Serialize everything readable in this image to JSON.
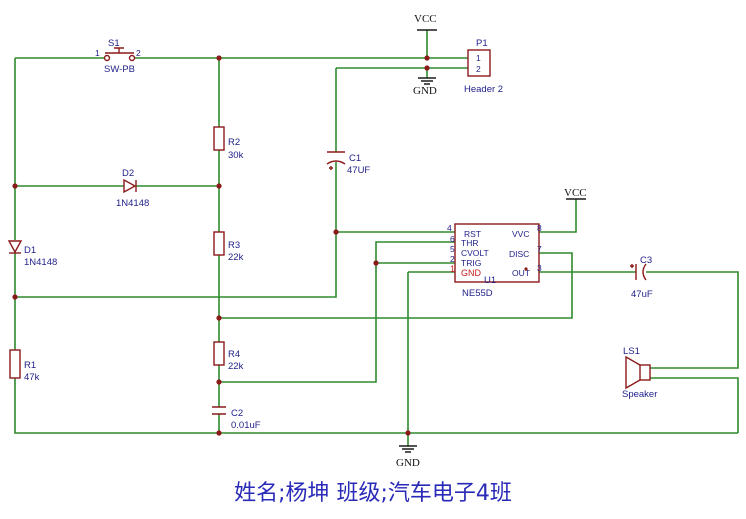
{
  "power": {
    "vcc_top": "VCC",
    "vcc_right": "VCC",
    "gnd_top": "GND",
    "gnd_bottom": "GND"
  },
  "components": {
    "s1": {
      "ref": "S1",
      "value": "SW-PB",
      "pin1": "1",
      "pin2": "2"
    },
    "p1": {
      "ref": "P1",
      "value": "Header 2",
      "pin1": "1",
      "pin2": "2"
    },
    "r2": {
      "ref": "R2",
      "value": "30k"
    },
    "r3": {
      "ref": "R3",
      "value": "22k"
    },
    "r4": {
      "ref": "R4",
      "value": "22k"
    },
    "r1": {
      "ref": "R1",
      "value": "47k"
    },
    "c1": {
      "ref": "C1",
      "value": "47UF"
    },
    "c2": {
      "ref": "C2",
      "value": "0.01uF"
    },
    "c3": {
      "ref": "C3",
      "value": "47uF"
    },
    "d1": {
      "ref": "D1",
      "value": "1N4148"
    },
    "d2": {
      "ref": "D2",
      "value": "1N4148"
    },
    "ls1": {
      "ref": "LS1",
      "value": "Speaker"
    },
    "u1": {
      "ref": "U1",
      "value": "NE55D",
      "pins_left": [
        {
          "num": "4",
          "name": "RST"
        },
        {
          "num": "6",
          "name": "THR"
        },
        {
          "num": "5",
          "name": "CVOLT"
        },
        {
          "num": "2",
          "name": "TRIG"
        },
        {
          "num": "1",
          "name": "GND"
        }
      ],
      "pins_right": [
        {
          "num": "8",
          "name": "VVC"
        },
        {
          "num": "7",
          "name": "DISC"
        },
        {
          "num": "3",
          "name": "OUT"
        }
      ]
    }
  },
  "footer": {
    "text": "姓名;杨坤 班级;汽车电子4班"
  },
  "colors": {
    "wire": "#2e8b2e",
    "part": "#8b1a1a",
    "label": "#1f1f8a",
    "footer": "#2a2ab8"
  }
}
